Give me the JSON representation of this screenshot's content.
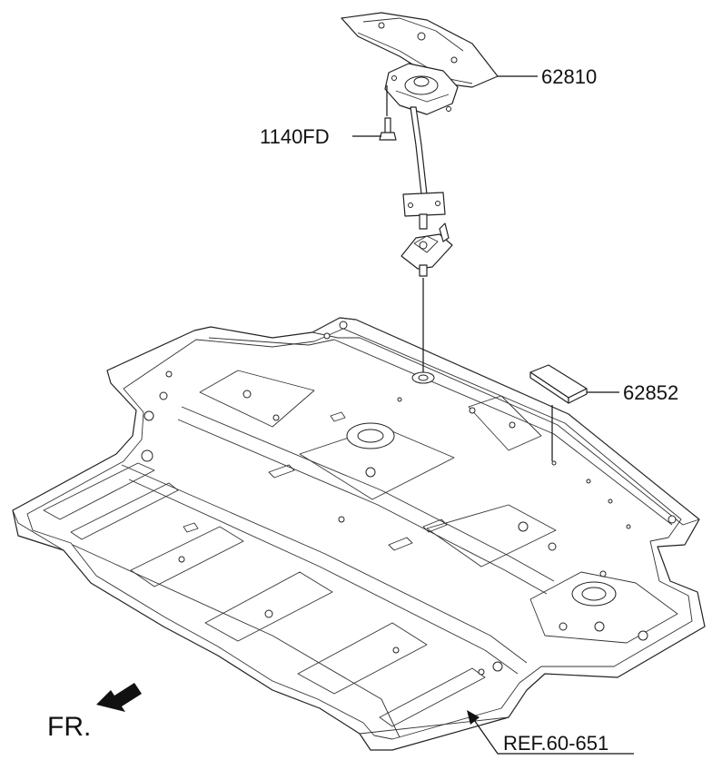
{
  "diagram": {
    "callouts": {
      "bracket_part": "62810",
      "bolt_part": "1140FD",
      "pad_part": "62852",
      "reference": "REF.60-651"
    },
    "orientation_label": "FR."
  },
  "colors": {
    "line": "#222222",
    "background": "#ffffff"
  }
}
